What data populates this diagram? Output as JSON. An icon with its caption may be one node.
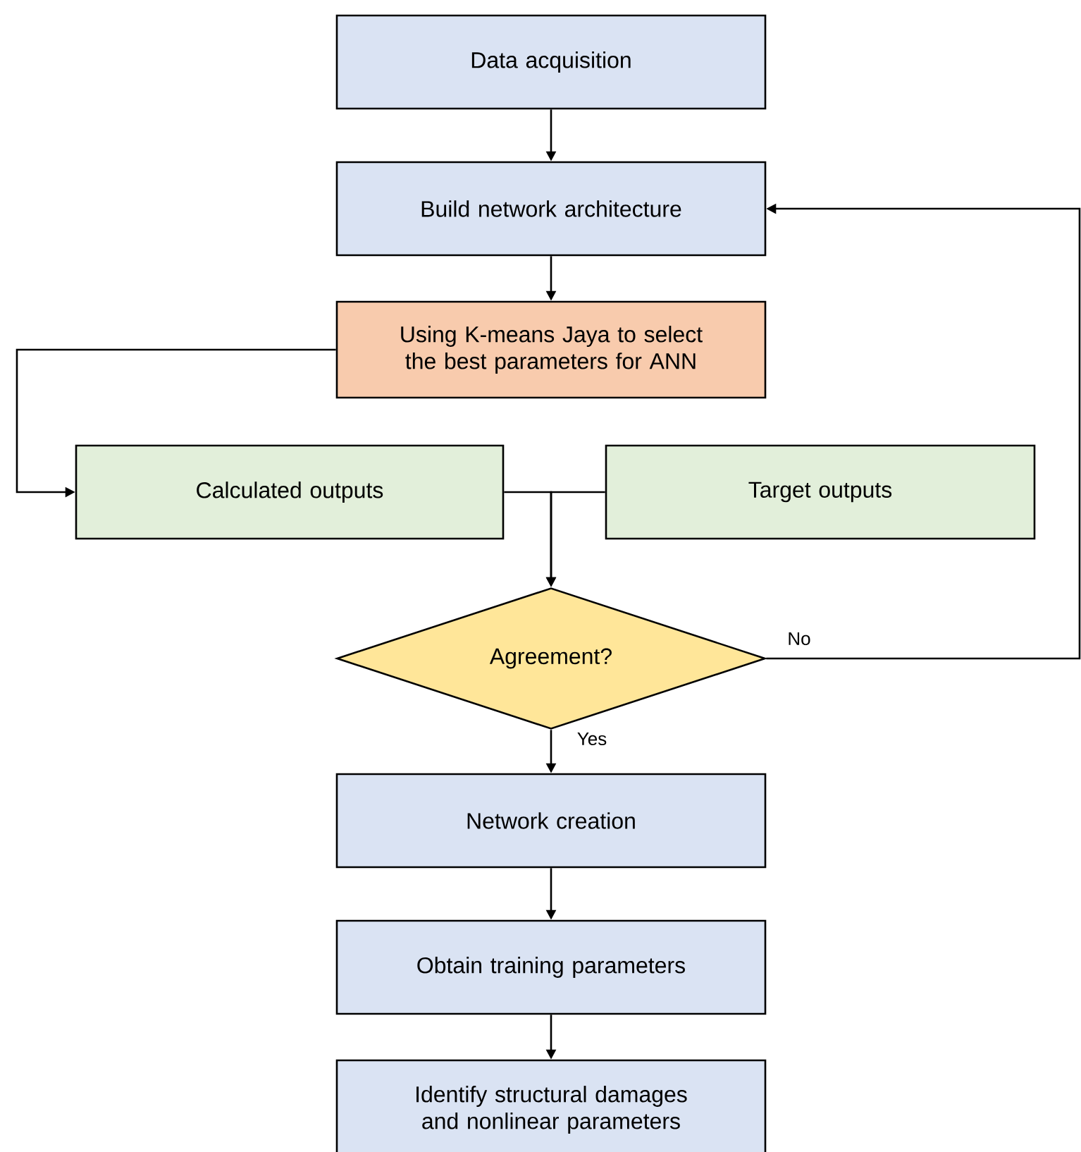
{
  "diagram": {
    "nodes": [
      {
        "text": [
          "Data acquisition"
        ]
      },
      {
        "text": [
          "Build network architecture"
        ]
      },
      {
        "text": [
          "Using K-means Jaya to select the best parameters for ANN"
        ]
      },
      {
        "text": [
          "Calculated outputs"
        ]
      },
      {
        "text": [
          "Target outputs"
        ]
      },
      {
        "text": [
          "Agreement?"
        ]
      },
      {
        "text": [
          "Network creation"
        ]
      },
      {
        "text": [
          "Obtain training parameters"
        ]
      },
      {
        "text": [
          "Identify structural damages and nonlinear parameters"
        ]
      }
    ],
    "edges": [
      {
        "from": 0,
        "to": 1,
        "arrow": "to"
      },
      {
        "from": 1,
        "to": 2,
        "arrow": "to"
      },
      {
        "from": 2,
        "to": 3,
        "arrow": "to"
      },
      {
        "from": 3,
        "to": 5,
        "arrow": "to"
      },
      {
        "from": 4,
        "to": 5,
        "arrow": "to"
      },
      {
        "from": 5,
        "to": 1,
        "arrow": "to",
        "label": "No"
      },
      {
        "from": 5,
        "to": 6,
        "arrow": "to",
        "label": "Yes"
      },
      {
        "from": 6,
        "to": 7,
        "arrow": "to"
      },
      {
        "from": 7,
        "to": 8,
        "arrow": "to"
      }
    ]
  }
}
